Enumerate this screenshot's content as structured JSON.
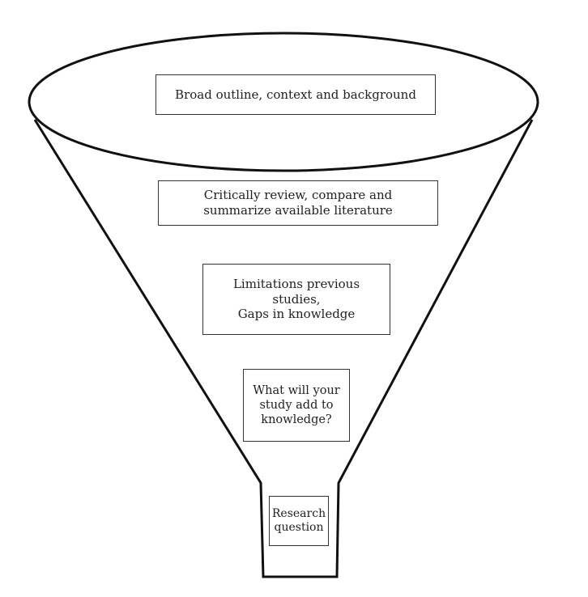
{
  "stages": [
    {
      "lines": [
        "Broad outline, context and background"
      ]
    },
    {
      "lines": [
        "Critically review, compare and",
        "summarize available literature"
      ]
    },
    {
      "lines": [
        "Limitations previous",
        "studies,",
        "Gaps in knowledge"
      ]
    },
    {
      "lines": [
        "What will your",
        "study add to",
        "knowledge?"
      ]
    },
    {
      "lines": [
        "Research",
        "question"
      ]
    }
  ],
  "colors": {
    "outline": "#111111",
    "box_border": "#333333",
    "text": "#222222",
    "background": "#ffffff"
  }
}
